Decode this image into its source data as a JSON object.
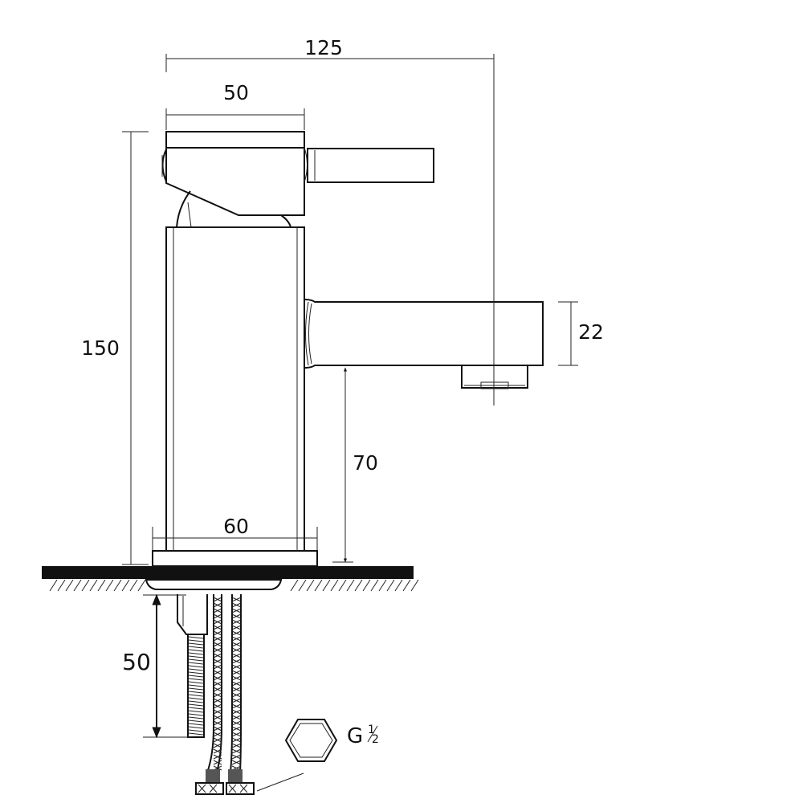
{
  "dimensions": {
    "overall_width": "125",
    "lever_width": "50",
    "height": "150",
    "spout_height": "22",
    "spout_clearance": "70",
    "base_width": "60",
    "tail_length": "50"
  },
  "thread": {
    "label": "G",
    "numerator": "1",
    "denominator": "2"
  }
}
